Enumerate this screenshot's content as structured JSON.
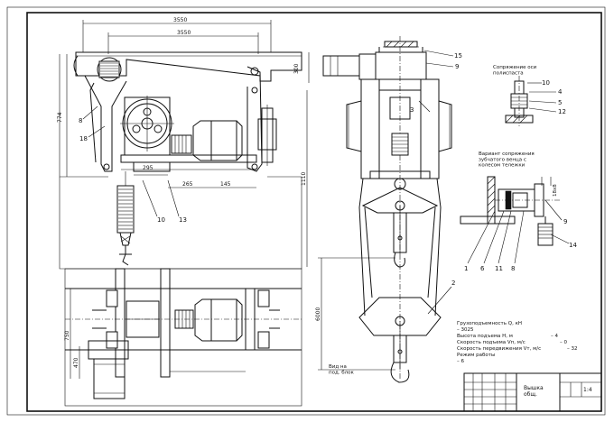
{
  "dimensions": {
    "top_overall": "3550",
    "top_inner": "3550",
    "right_short": "300",
    "left_height": "774",
    "under_gear_a": "295",
    "under_gear_b": "265",
    "under_gear_c": "145",
    "vertical_right": "1110",
    "plan_height_a": "750",
    "plan_height_b": "470",
    "lift_height": "6000",
    "mid_dim": "18x8"
  },
  "callouts": {
    "c1": "1",
    "c2": "2",
    "c3": "3",
    "c4": "4",
    "c5": "5",
    "c6": "6",
    "c8": "8",
    "c9": "9",
    "c10": "10",
    "c11": "11",
    "c12": "12",
    "c13": "13",
    "c14": "14",
    "c15": "15",
    "c18": "18"
  },
  "notes": {
    "hook_label": "Вид на\nпод. блок",
    "detail_top_title": "Сопряжение оси\nполиспаста",
    "detail_bottom_title": "Вариант сопряжения\nзубчатого венца с\nколесом тележки",
    "tech_line1": "Грузоподъемность Q, кН",
    "tech_line2": "– 3025",
    "tech_line3": "Высота подъема H, м",
    "tech_line4": "– 4",
    "tech_line5": "Скорость подъема Vп, м/с",
    "tech_line6": "– 0",
    "tech_line7": "Скорость передвижения Vт, м/с",
    "tech_line8": "– 32",
    "tech_line9": "Режим работы",
    "tech_line10": "– 6"
  },
  "title_block": {
    "name": "Вышка\nобщ.",
    "sheet": "1:4"
  }
}
